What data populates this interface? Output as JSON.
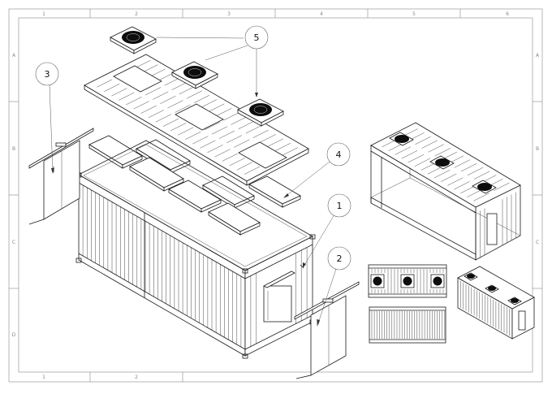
{
  "sheet": {
    "top_zones": [
      "1",
      "2",
      "3",
      "4",
      "5",
      "6"
    ],
    "bottom_zones": [
      "1",
      "2"
    ],
    "side_zones": [
      "A",
      "B",
      "C",
      "D"
    ]
  },
  "balloons": [
    {
      "id": "balloon-1",
      "label": "1"
    },
    {
      "id": "balloon-2",
      "label": "2"
    },
    {
      "id": "balloon-3",
      "label": "3"
    },
    {
      "id": "balloon-4",
      "label": "4"
    },
    {
      "id": "balloon-5",
      "label": "5"
    }
  ],
  "colors": {
    "line": "#1a1a1a",
    "frame": "#888888",
    "fan": "#0d0d0d",
    "paper": "#ffffff"
  }
}
